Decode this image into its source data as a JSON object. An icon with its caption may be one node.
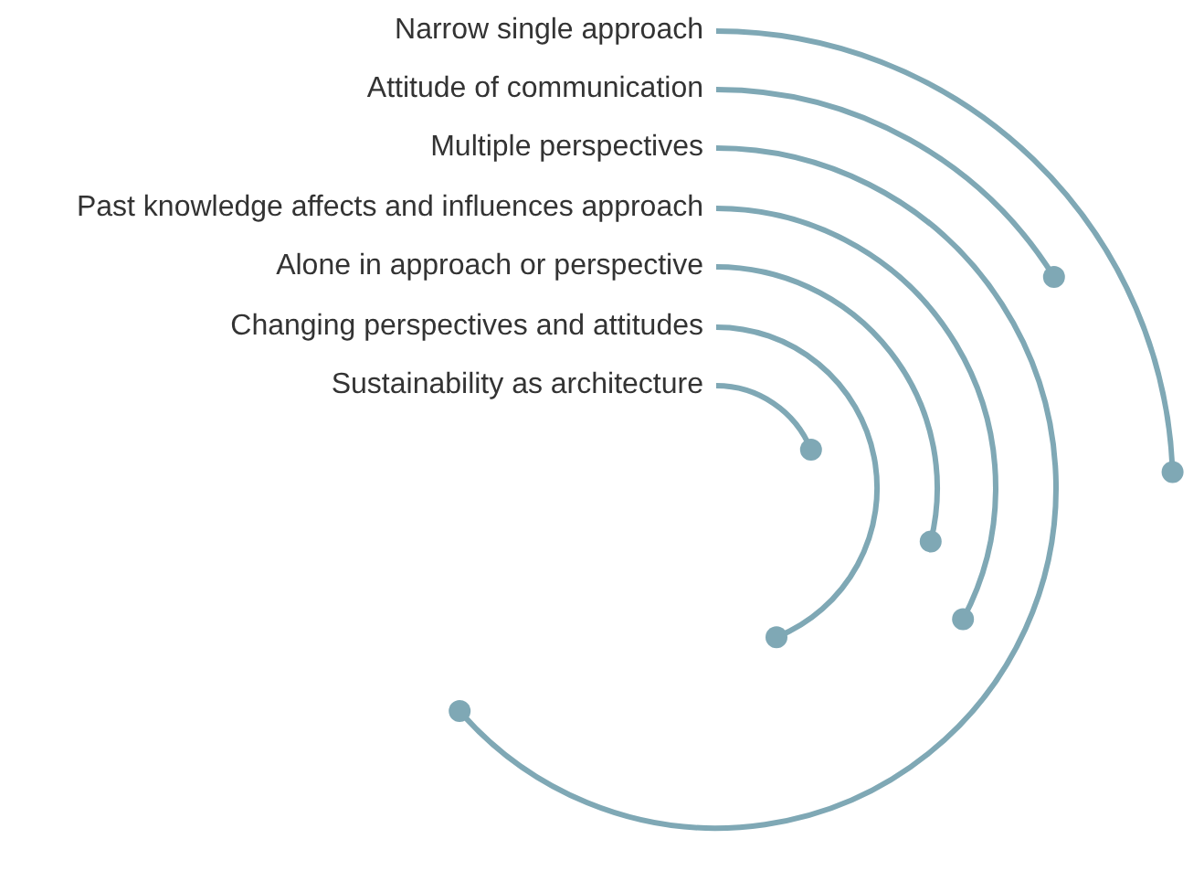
{
  "diagram": {
    "labels": [
      "Narrow single approach",
      "Attitude of communication",
      "Multiple perspectives",
      "Past knowledge affects and influences approach",
      "Alone in approach or perspective",
      "Changing perspectives and attitudes",
      "Sustainability as architecture"
    ]
  }
}
